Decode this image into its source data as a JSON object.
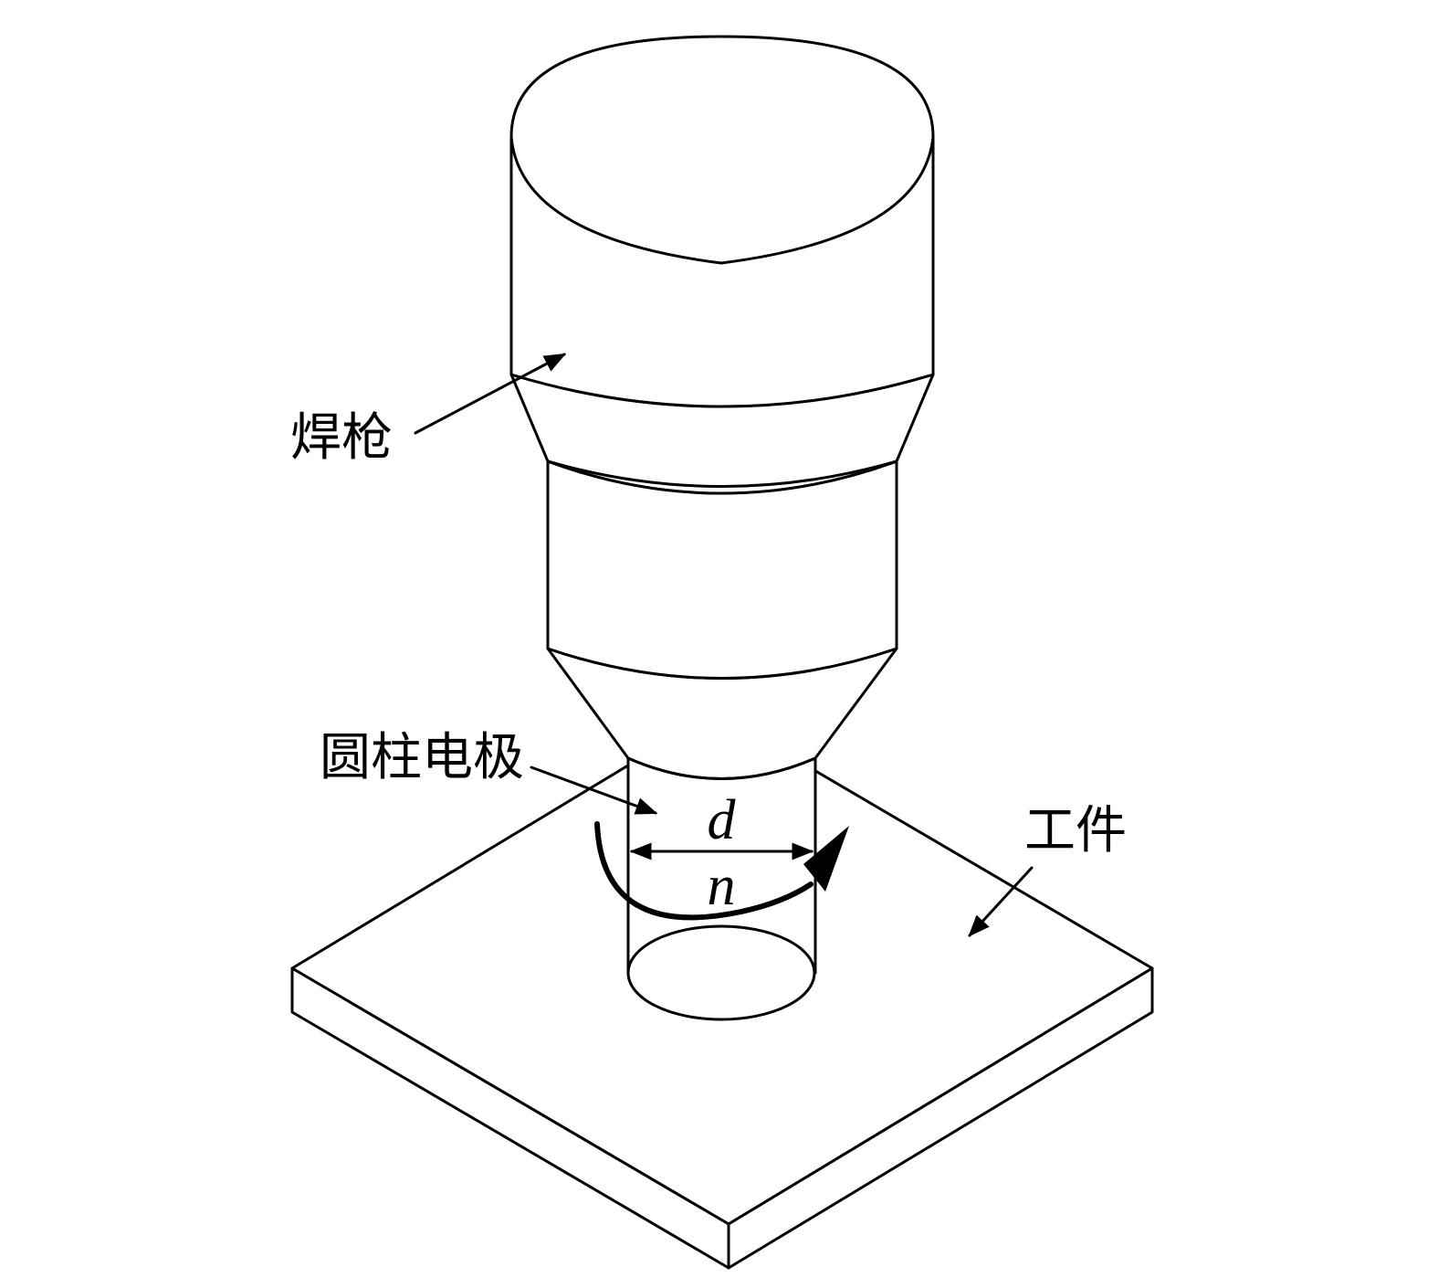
{
  "labels": {
    "torch": "焊枪",
    "electrode": "圆柱电极",
    "workpiece": "工件",
    "diameter": "d",
    "rotation": "n"
  }
}
